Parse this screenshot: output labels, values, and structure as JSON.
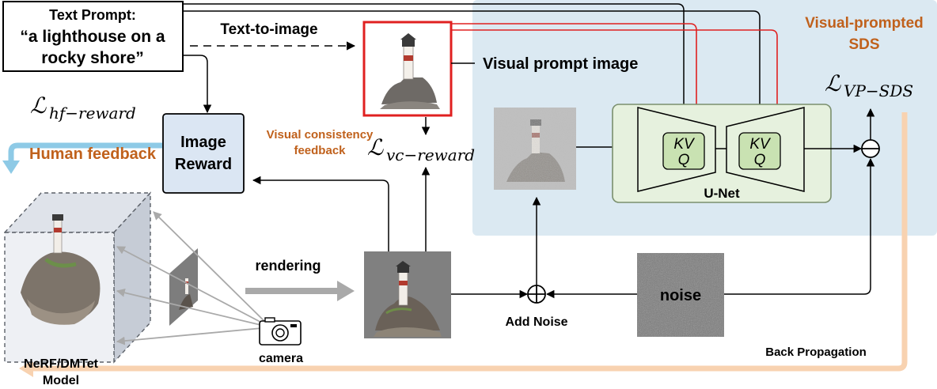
{
  "colors": {
    "sds_region_bg": "#dbe9f2",
    "unet_fill": "#e6f1de",
    "unet_border": "#7a8f6d",
    "kv_fill": "#c9e2b2",
    "image_reward_fill": "#dbe6f3",
    "orange_text": "#c0611c",
    "red_arrow": "#e02020",
    "human_feedback_arrow": "#8ecae6",
    "backprop_arrow": "#f8d2b0",
    "gray_arrow": "#a9a9a9"
  },
  "text_prompt": {
    "title": "Text Prompt:",
    "line1": "“a lighthouse on a",
    "line2": "rocky shore”"
  },
  "text_to_image_label": "Text-to-image",
  "visual_prompt_image_label": "Visual prompt image",
  "loss_hf": {
    "base": "ℒ",
    "sub": "hf−reward"
  },
  "loss_vc": {
    "base": "ℒ",
    "sub": "vc−reward"
  },
  "loss_vp": {
    "base": "ℒ",
    "sub": "VP−SDS"
  },
  "image_reward": {
    "line1": "Image",
    "line2": "Reward"
  },
  "human_feedback_label": "Human feedback",
  "visual_consistency": {
    "line1": "Visual consistency",
    "line2": "feedback"
  },
  "sds_title": {
    "line1": "Visual-prompted",
    "line2": "SDS"
  },
  "unet": {
    "label": "U-Net",
    "block1": {
      "line1": "KV",
      "line2": "Q"
    },
    "block2": {
      "line1": "KV",
      "line2": "Q"
    }
  },
  "rendering_label": "rendering",
  "add_noise_label": "Add Noise",
  "noise_label": "noise",
  "camera_label": "camera",
  "back_propagation_label": "Back Propagation",
  "nerf_model": {
    "line1": "NeRF/DMTet",
    "line2": "Model"
  }
}
